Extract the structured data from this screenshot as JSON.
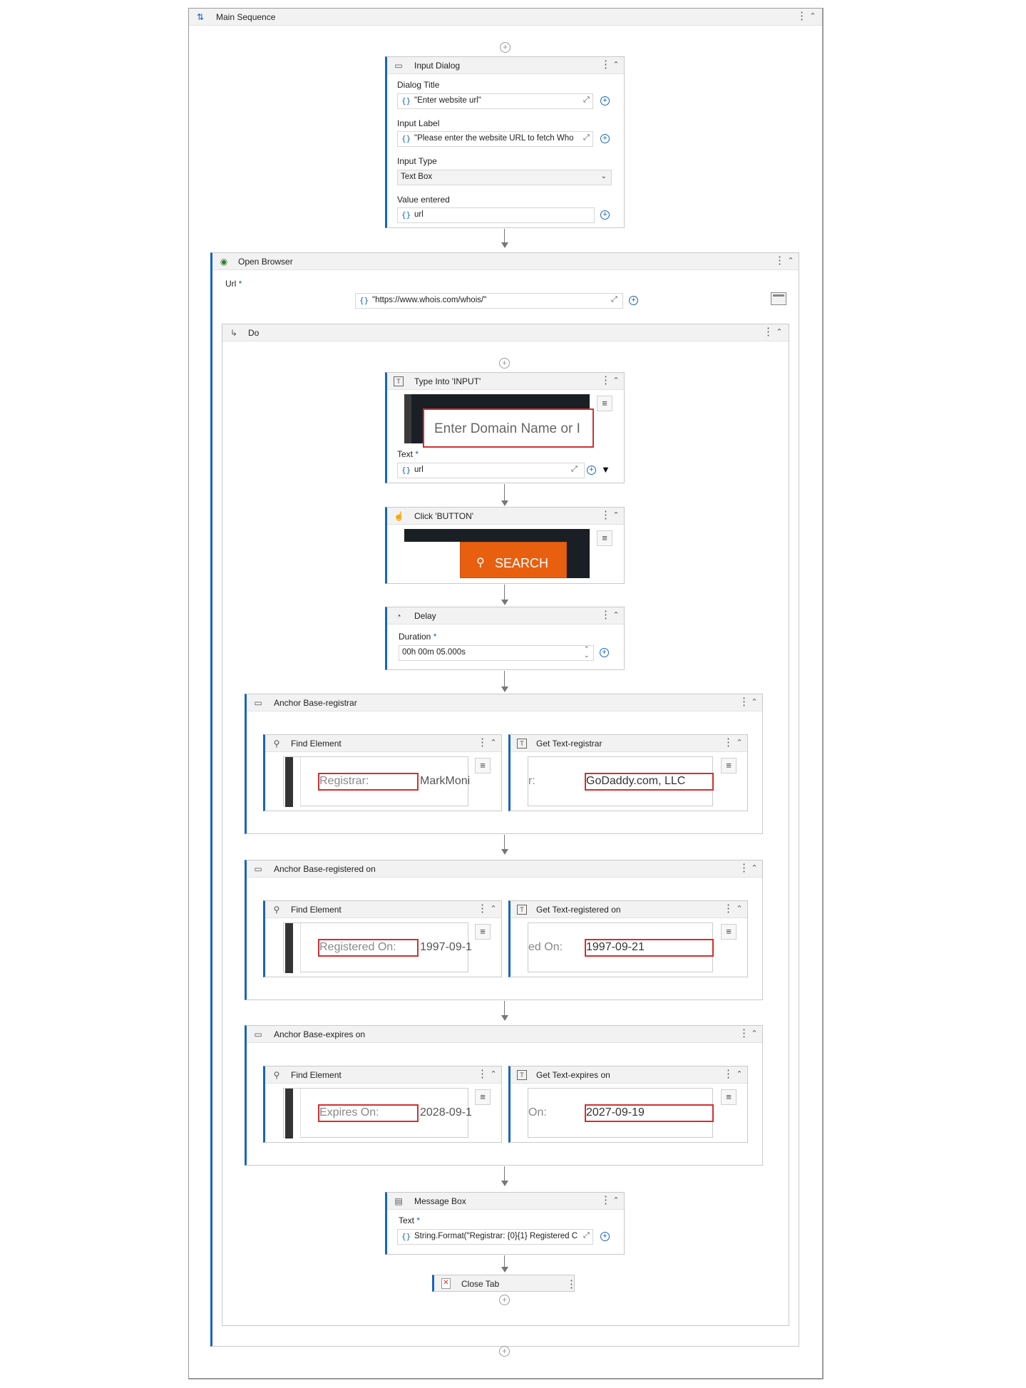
{
  "main": {
    "title": "Main Sequence"
  },
  "input_dialog": {
    "title": "Input Dialog",
    "dialog_title_label": "Dialog Title",
    "dialog_title_value": "\"Enter website url\"",
    "input_label_label": "Input Label",
    "input_label_value": "\"Please enter the website URL to fetch Who",
    "input_type_label": "Input Type",
    "input_type_value": "Text Box",
    "value_entered_label": "Value entered",
    "value_entered_value": "url"
  },
  "open_browser": {
    "title": "Open Browser",
    "url_label": "Url",
    "url_value": "\"https://www.whois.com/whois/\""
  },
  "do": {
    "title": "Do"
  },
  "type_into": {
    "title": "Type Into 'INPUT'",
    "preview_text": "Enter Domain Name or I",
    "text_label": "Text",
    "text_value": "url"
  },
  "click": {
    "title": "Click 'BUTTON'",
    "preview_text": "SEARCH"
  },
  "delay": {
    "title": "Delay",
    "duration_label": "Duration",
    "duration_value": "00h 00m 05.000s"
  },
  "anchors": [
    {
      "title": "Anchor Base-registrar",
      "find_title": "Find Element",
      "find_label_text": "Registrar:",
      "find_value_text": "MarkMoni",
      "get_title": "Get Text-registrar",
      "get_prefix_text": "r:",
      "get_value_text": "GoDaddy.com, LLC"
    },
    {
      "title": "Anchor Base-registered on",
      "find_title": "Find Element",
      "find_label_text": "Registered On:",
      "find_value_text": "1997-09-1",
      "get_title": "Get Text-registered on",
      "get_prefix_text": "ed On:",
      "get_value_text": "1997-09-21"
    },
    {
      "title": "Anchor Base-expires on",
      "find_title": "Find Element",
      "find_label_text": "Expires On:",
      "find_value_text": "2028-09-1",
      "get_title": "Get Text-expires on",
      "get_prefix_text": "On:",
      "get_value_text": "2027-09-19"
    }
  ],
  "message_box": {
    "title": "Message Box",
    "text_label": "Text",
    "text_value": "String.Format(\"Registrar: {0}{1} Registered C"
  },
  "close_tab": {
    "title": "Close Tab"
  },
  "colors": {
    "accent": "#1565c0",
    "search_orange": "#e8600f",
    "anchor_red": "#d32f2f"
  },
  "icons": [
    "sequence-icon",
    "dialog-icon",
    "globe-icon",
    "do-arrow-icon",
    "type-into-icon",
    "click-icon",
    "delay-icon",
    "anchor-icon",
    "find-icon",
    "get-text-icon",
    "message-icon",
    "close-tab-icon",
    "more-icon",
    "collapse-icon",
    "expand-icon",
    "add-icon",
    "dropdown-icon",
    "menu-icon"
  ]
}
